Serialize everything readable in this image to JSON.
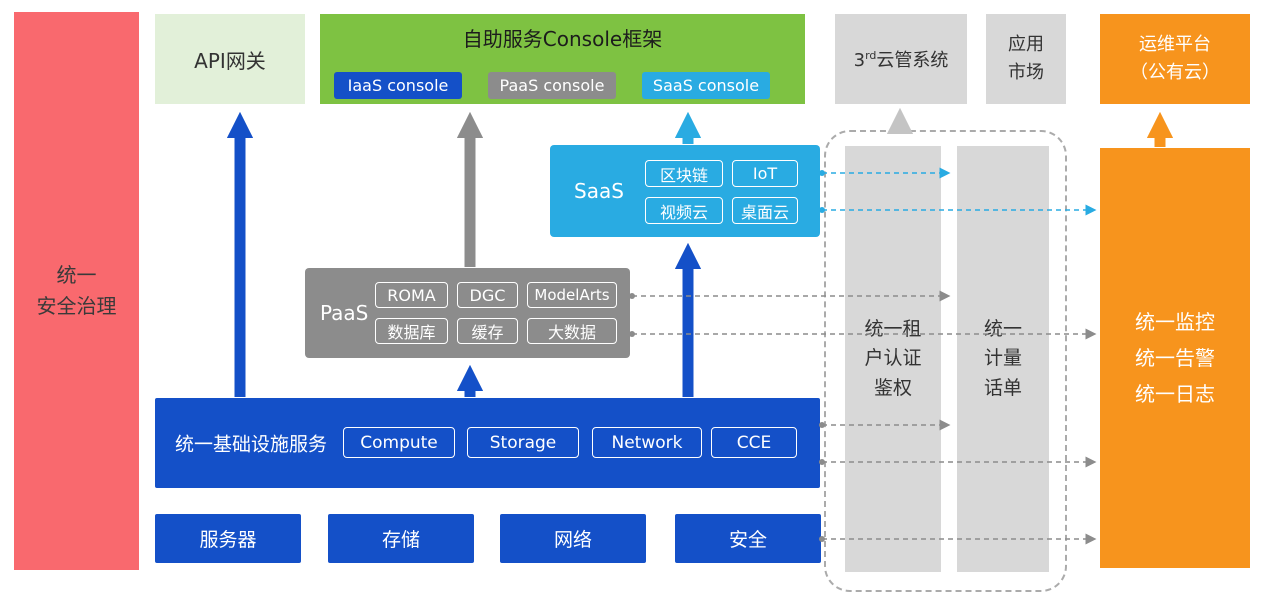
{
  "colors": {
    "security_red": "#F9696E",
    "api_gateway_green": "#E2F0D9",
    "console_green": "#7EC242",
    "primary_blue": "#1450C8",
    "paas_gray": "#8C8C8C",
    "panel_gray": "#D8D8D8",
    "saas_cyan": "#29ABE2",
    "ops_orange": "#F7941D"
  },
  "security_bar": {
    "label": "统一\n安全治理"
  },
  "api_gateway": {
    "label": "API网关"
  },
  "console_framework": {
    "title": "自助服务Console框架",
    "consoles": [
      {
        "label": "IaaS console"
      },
      {
        "label": "PaaS console"
      },
      {
        "label": "SaaS console"
      }
    ]
  },
  "third_party_cloud": {
    "prefix": "3",
    "sup": "rd",
    "suffix": "云管系统"
  },
  "app_market": {
    "label": "应用\n市场"
  },
  "ops_platform": {
    "label": "运维平台\n（公有云）"
  },
  "saas": {
    "label": "SaaS",
    "items": [
      {
        "label": "区块链"
      },
      {
        "label": "IoT"
      },
      {
        "label": "视频云"
      },
      {
        "label": "桌面云"
      }
    ]
  },
  "paas": {
    "label": "PaaS",
    "items": [
      {
        "label": "ROMA"
      },
      {
        "label": "DGC"
      },
      {
        "label": "ModelArts"
      },
      {
        "label": "数据库"
      },
      {
        "label": "缓存"
      },
      {
        "label": "大数据"
      }
    ]
  },
  "infrastructure": {
    "label": "统一基础设施服务",
    "items": [
      {
        "label": "Compute"
      },
      {
        "label": "Storage"
      },
      {
        "label": "Network"
      },
      {
        "label": "CCE"
      }
    ]
  },
  "hardware": {
    "items": [
      {
        "label": "服务器"
      },
      {
        "label": "存储"
      },
      {
        "label": "网络"
      },
      {
        "label": "安全"
      }
    ]
  },
  "auth_bar": {
    "label": "统一租\n户认证\n鉴权"
  },
  "metering_bar": {
    "label": "统一\n计量\n话单"
  },
  "monitor_bar": {
    "label": "统一监控\n统一告警\n统一日志"
  }
}
